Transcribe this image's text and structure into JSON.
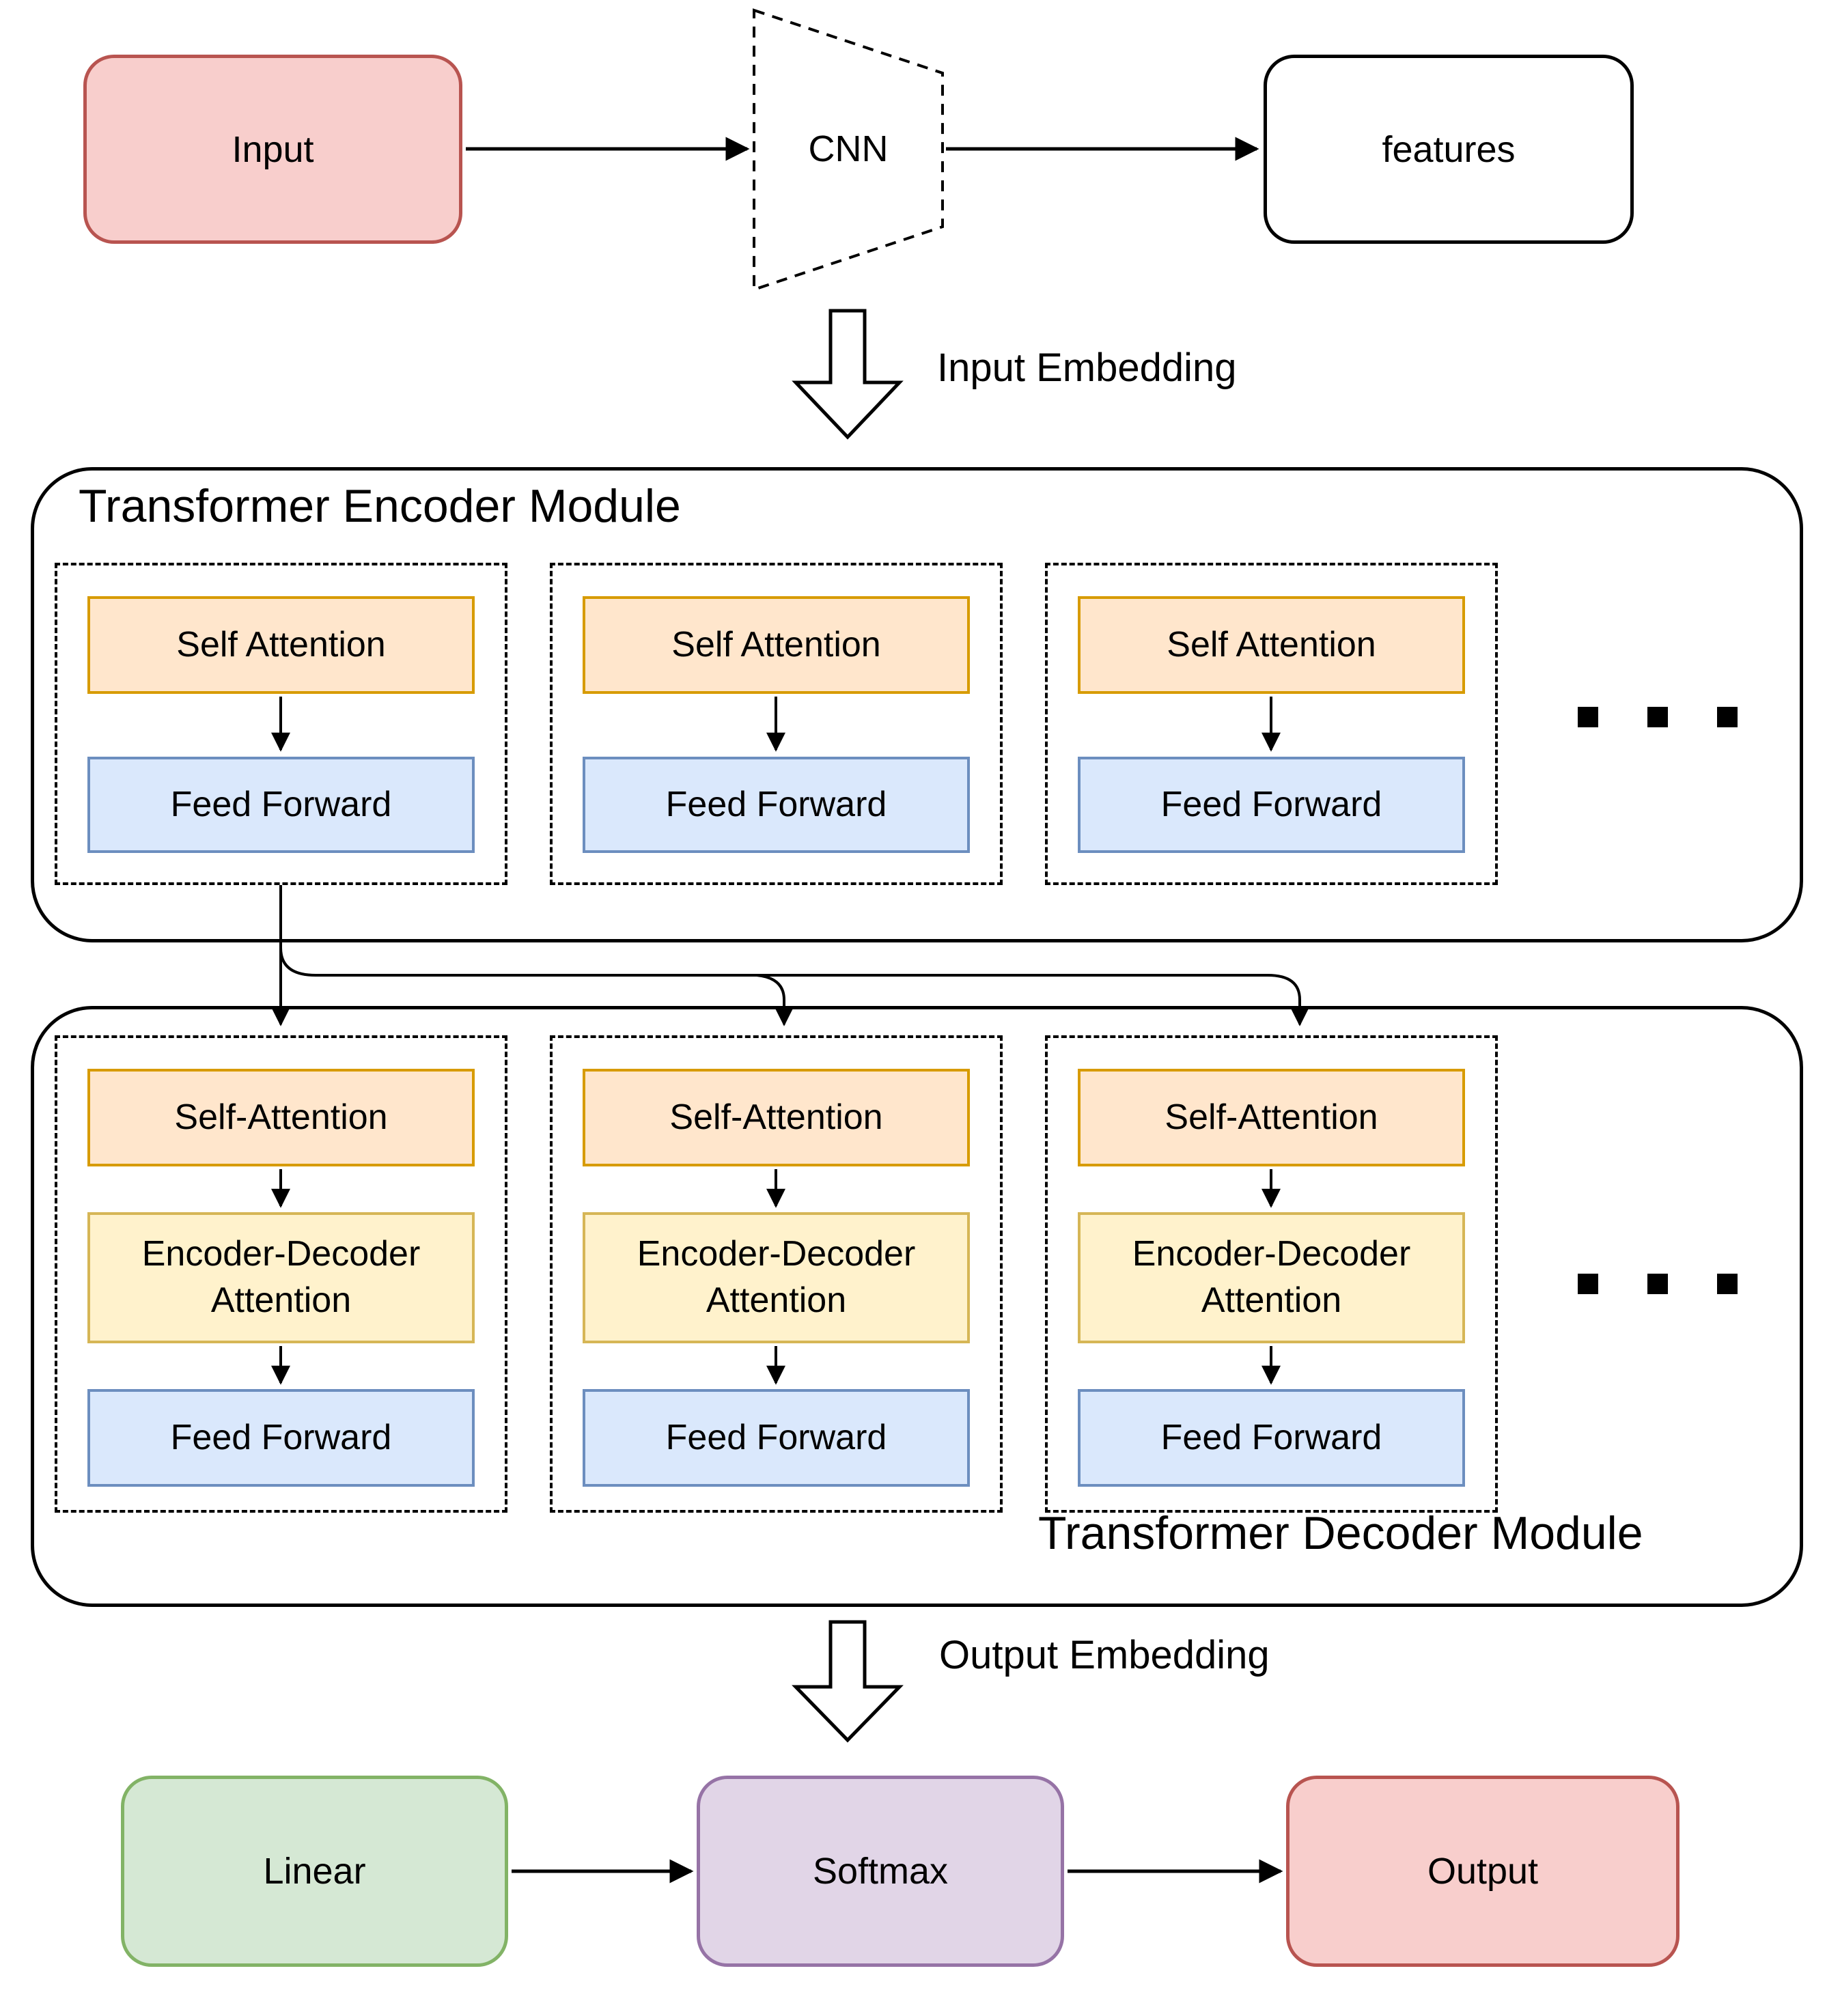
{
  "pipeline": {
    "input": "Input",
    "cnn": "CNN",
    "features": "features",
    "input_embedding": "Input Embedding",
    "output_embedding": "Output Embedding",
    "linear": "Linear",
    "softmax": "Softmax",
    "output": "Output"
  },
  "encoder": {
    "title": "Transformer Encoder Module",
    "ellipsis": ". . .",
    "blocks": [
      {
        "self_attention": "Self Attention",
        "feed_forward": "Feed Forward"
      },
      {
        "self_attention": "Self Attention",
        "feed_forward": "Feed Forward"
      },
      {
        "self_attention": "Self Attention",
        "feed_forward": "Feed Forward"
      }
    ]
  },
  "decoder": {
    "title": "Transformer Decoder Module",
    "ellipsis": ". . .",
    "blocks": [
      {
        "self_attention": "Self-Attention",
        "encoder_decoder_attention": "Encoder-Decoder Attention",
        "feed_forward": "Feed Forward"
      },
      {
        "self_attention": "Self-Attention",
        "encoder_decoder_attention": "Encoder-Decoder Attention",
        "feed_forward": "Feed Forward"
      },
      {
        "self_attention": "Self-Attention",
        "encoder_decoder_attention": "Encoder-Decoder Attention",
        "feed_forward": "Feed Forward"
      }
    ]
  },
  "palette": {
    "input_output_fill": "#f8cecc",
    "input_output_border": "#b85450",
    "self_attention_fill": "#ffe6cc",
    "self_attention_border": "#d79b00",
    "enc_dec_attention_fill": "#fff2cc",
    "enc_dec_attention_border": "#d6b656",
    "feed_forward_fill": "#dae8fc",
    "feed_forward_border": "#6c8ebf",
    "linear_fill": "#d5e8d4",
    "linear_border": "#82b366",
    "softmax_fill": "#e1d5e7",
    "softmax_border": "#9673a6",
    "line": "#000000"
  }
}
